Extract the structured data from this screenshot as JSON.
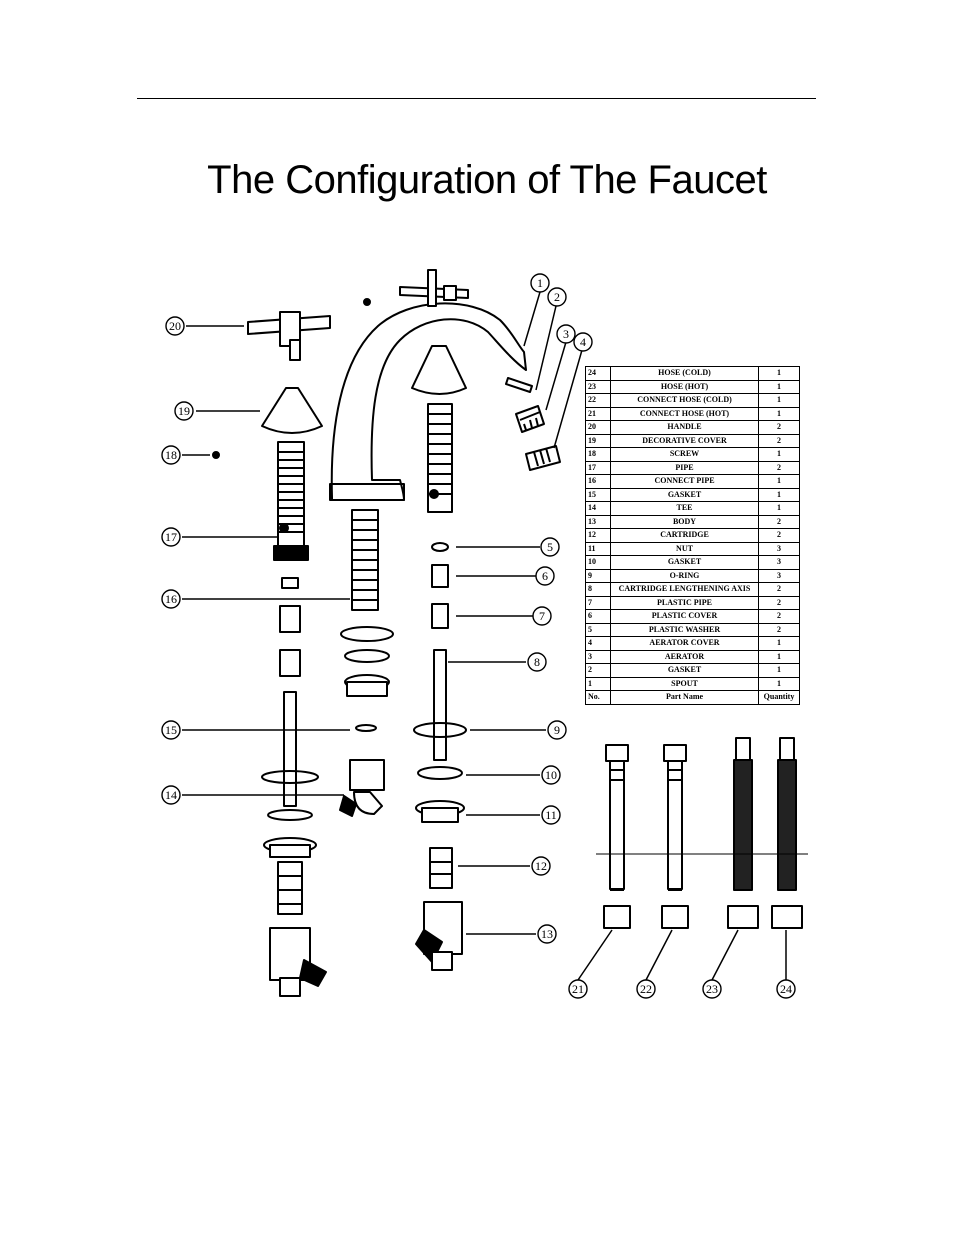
{
  "title": "The Configuration of The Faucet",
  "callouts": [
    "1",
    "2",
    "3",
    "4",
    "5",
    "6",
    "7",
    "8",
    "9",
    "10",
    "11",
    "12",
    "13",
    "14",
    "15",
    "16",
    "17",
    "18",
    "19",
    "20",
    "21",
    "22",
    "23",
    "24"
  ],
  "parts_table": {
    "header": {
      "no": "No.",
      "name": "Part Name",
      "qty": "Quantity"
    },
    "rows": [
      {
        "no": "24",
        "name": "HOSE (COLD)",
        "qty": "1"
      },
      {
        "no": "23",
        "name": "HOSE (HOT)",
        "qty": "1"
      },
      {
        "no": "22",
        "name": "CONNECT HOSE (COLD)",
        "qty": "1"
      },
      {
        "no": "21",
        "name": "CONNECT HOSE (HOT)",
        "qty": "1"
      },
      {
        "no": "20",
        "name": "HANDLE",
        "qty": "2"
      },
      {
        "no": "19",
        "name": "DECORATIVE COVER",
        "qty": "2"
      },
      {
        "no": "18",
        "name": "SCREW",
        "qty": "1"
      },
      {
        "no": "17",
        "name": "PIPE",
        "qty": "2"
      },
      {
        "no": "16",
        "name": "CONNECT PIPE",
        "qty": "1"
      },
      {
        "no": "15",
        "name": "GASKET",
        "qty": "1"
      },
      {
        "no": "14",
        "name": "TEE",
        "qty": "1"
      },
      {
        "no": "13",
        "name": "BODY",
        "qty": "2"
      },
      {
        "no": "12",
        "name": "CARTRIDGE",
        "qty": "2"
      },
      {
        "no": "11",
        "name": "NUT",
        "qty": "3"
      },
      {
        "no": "10",
        "name": "GASKET",
        "qty": "3"
      },
      {
        "no": "9",
        "name": "O-RING",
        "qty": "3"
      },
      {
        "no": "8",
        "name": "CARTRIDGE LENGTHENING AXIS",
        "qty": "2"
      },
      {
        "no": "7",
        "name": "PLASTIC PIPE",
        "qty": "2"
      },
      {
        "no": "6",
        "name": "PLASTIC COVER",
        "qty": "2"
      },
      {
        "no": "5",
        "name": "PLASTIC  WASHER",
        "qty": "2"
      },
      {
        "no": "4",
        "name": "AERATOR COVER",
        "qty": "1"
      },
      {
        "no": "3",
        "name": "AERATOR",
        "qty": "1"
      },
      {
        "no": "2",
        "name": "GASKET",
        "qty": "1"
      },
      {
        "no": "1",
        "name": "SPOUT",
        "qty": "1"
      }
    ]
  }
}
